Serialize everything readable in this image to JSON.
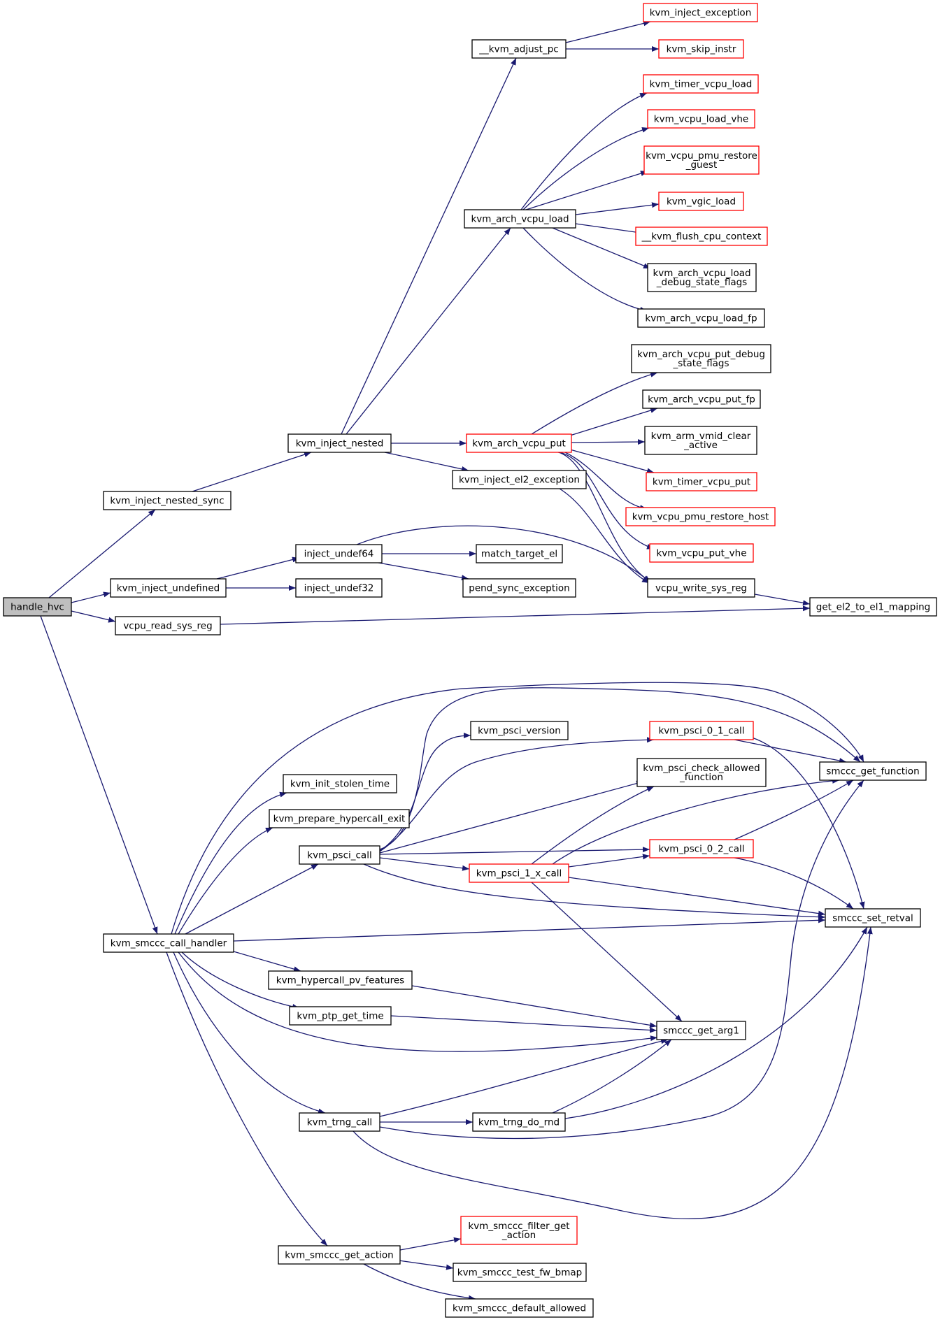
{
  "graph": {
    "root": "handle_hvc",
    "nodes": [
      {
        "id": "handle_hvc",
        "label": "handle_hvc",
        "style": "root"
      },
      {
        "id": "kvm_inject_nested_sync",
        "label": "kvm_inject_nested_sync",
        "style": "normal"
      },
      {
        "id": "kvm_inject_undefined",
        "label": "kvm_inject_undefined",
        "style": "normal"
      },
      {
        "id": "vcpu_read_sys_reg",
        "label": "vcpu_read_sys_reg",
        "style": "normal"
      },
      {
        "id": "kvm_smccc_call_handler",
        "label": "kvm_smccc_call_handler",
        "style": "normal"
      },
      {
        "id": "kvm_inject_nested",
        "label": "kvm_inject_nested",
        "style": "normal"
      },
      {
        "id": "inject_undef64",
        "label": "inject_undef64",
        "style": "normal"
      },
      {
        "id": "inject_undef32",
        "label": "inject_undef32",
        "style": "normal"
      },
      {
        "id": "__kvm_adjust_pc",
        "label": "__kvm_adjust_pc",
        "style": "normal"
      },
      {
        "id": "kvm_arch_vcpu_load",
        "label": "kvm_arch_vcpu_load",
        "style": "normal"
      },
      {
        "id": "kvm_arch_vcpu_put",
        "label": "kvm_arch_vcpu_put",
        "style": "red"
      },
      {
        "id": "kvm_inject_el2_exception",
        "label": "kvm_inject_el2_exception",
        "style": "normal"
      },
      {
        "id": "match_target_el",
        "label": "match_target_el",
        "style": "normal"
      },
      {
        "id": "pend_sync_exception",
        "label": "pend_sync_exception",
        "style": "normal"
      },
      {
        "id": "kvm_inject_exception",
        "label": "kvm_inject_exception",
        "style": "red"
      },
      {
        "id": "kvm_skip_instr",
        "label": "kvm_skip_instr",
        "style": "red"
      },
      {
        "id": "kvm_timer_vcpu_load",
        "label": "kvm_timer_vcpu_load",
        "style": "red"
      },
      {
        "id": "kvm_vcpu_load_vhe",
        "label": "kvm_vcpu_load_vhe",
        "style": "red"
      },
      {
        "id": "kvm_vcpu_pmu_restore_guest",
        "label": "kvm_vcpu_pmu_restore\n_guest",
        "style": "red"
      },
      {
        "id": "kvm_vgic_load",
        "label": "kvm_vgic_load",
        "style": "red"
      },
      {
        "id": "__kvm_flush_cpu_context",
        "label": "__kvm_flush_cpu_context",
        "style": "red"
      },
      {
        "id": "kvm_arch_vcpu_load_debug_state_flags",
        "label": "kvm_arch_vcpu_load\n_debug_state_flags",
        "style": "normal"
      },
      {
        "id": "kvm_arch_vcpu_load_fp",
        "label": "kvm_arch_vcpu_load_fp",
        "style": "normal"
      },
      {
        "id": "kvm_arch_vcpu_put_debug_state_flags",
        "label": "kvm_arch_vcpu_put_debug\n_state_flags",
        "style": "normal"
      },
      {
        "id": "kvm_arch_vcpu_put_fp",
        "label": "kvm_arch_vcpu_put_fp",
        "style": "normal"
      },
      {
        "id": "kvm_arm_vmid_clear_active",
        "label": "kvm_arm_vmid_clear\n_active",
        "style": "normal"
      },
      {
        "id": "kvm_timer_vcpu_put",
        "label": "kvm_timer_vcpu_put",
        "style": "red"
      },
      {
        "id": "kvm_vcpu_pmu_restore_host",
        "label": "kvm_vcpu_pmu_restore_host",
        "style": "red"
      },
      {
        "id": "kvm_vcpu_put_vhe",
        "label": "kvm_vcpu_put_vhe",
        "style": "red"
      },
      {
        "id": "vcpu_write_sys_reg",
        "label": "vcpu_write_sys_reg",
        "style": "normal"
      },
      {
        "id": "get_el2_to_el1_mapping",
        "label": "get_el2_to_el1_mapping",
        "style": "normal"
      },
      {
        "id": "kvm_init_stolen_time",
        "label": "kvm_init_stolen_time",
        "style": "normal"
      },
      {
        "id": "kvm_prepare_hypercall_exit",
        "label": "kvm_prepare_hypercall_exit",
        "style": "normal"
      },
      {
        "id": "kvm_psci_call",
        "label": "kvm_psci_call",
        "style": "normal"
      },
      {
        "id": "kvm_hypercall_pv_features",
        "label": "kvm_hypercall_pv_features",
        "style": "normal"
      },
      {
        "id": "kvm_ptp_get_time",
        "label": "kvm_ptp_get_time",
        "style": "normal"
      },
      {
        "id": "kvm_trng_call",
        "label": "kvm_trng_call",
        "style": "normal"
      },
      {
        "id": "kvm_smccc_get_action",
        "label": "kvm_smccc_get_action",
        "style": "normal"
      },
      {
        "id": "kvm_psci_version",
        "label": "kvm_psci_version",
        "style": "normal"
      },
      {
        "id": "kvm_psci_0_1_call",
        "label": "kvm_psci_0_1_call",
        "style": "red"
      },
      {
        "id": "kvm_psci_check_allowed_function",
        "label": "kvm_psci_check_allowed\n_function",
        "style": "normal"
      },
      {
        "id": "kvm_psci_0_2_call",
        "label": "kvm_psci_0_2_call",
        "style": "red"
      },
      {
        "id": "kvm_psci_1_x_call",
        "label": "kvm_psci_1_x_call",
        "style": "red"
      },
      {
        "id": "smccc_get_function",
        "label": "smccc_get_function",
        "style": "normal"
      },
      {
        "id": "smccc_set_retval",
        "label": "smccc_set_retval",
        "style": "normal"
      },
      {
        "id": "smccc_get_arg1",
        "label": "smccc_get_arg1",
        "style": "normal"
      },
      {
        "id": "kvm_trng_do_rnd",
        "label": "kvm_trng_do_rnd",
        "style": "normal"
      },
      {
        "id": "kvm_smccc_filter_get_action",
        "label": "kvm_smccc_filter_get\n_action",
        "style": "red"
      },
      {
        "id": "kvm_smccc_test_fw_bmap",
        "label": "kvm_smccc_test_fw_bmap",
        "style": "normal"
      },
      {
        "id": "kvm_smccc_default_allowed",
        "label": "kvm_smccc_default_allowed",
        "style": "normal"
      }
    ],
    "edges": [
      [
        "handle_hvc",
        "kvm_inject_nested_sync"
      ],
      [
        "handle_hvc",
        "kvm_inject_undefined"
      ],
      [
        "handle_hvc",
        "vcpu_read_sys_reg"
      ],
      [
        "handle_hvc",
        "kvm_smccc_call_handler"
      ],
      [
        "kvm_inject_nested_sync",
        "kvm_inject_nested"
      ],
      [
        "kvm_inject_nested",
        "__kvm_adjust_pc"
      ],
      [
        "kvm_inject_nested",
        "kvm_arch_vcpu_load"
      ],
      [
        "kvm_inject_nested",
        "kvm_arch_vcpu_put"
      ],
      [
        "kvm_inject_nested",
        "kvm_inject_el2_exception"
      ],
      [
        "__kvm_adjust_pc",
        "kvm_inject_exception"
      ],
      [
        "__kvm_adjust_pc",
        "kvm_skip_instr"
      ],
      [
        "kvm_arch_vcpu_load",
        "kvm_timer_vcpu_load"
      ],
      [
        "kvm_arch_vcpu_load",
        "kvm_vcpu_load_vhe"
      ],
      [
        "kvm_arch_vcpu_load",
        "kvm_vcpu_pmu_restore_guest"
      ],
      [
        "kvm_arch_vcpu_load",
        "kvm_vgic_load"
      ],
      [
        "kvm_arch_vcpu_load",
        "__kvm_flush_cpu_context"
      ],
      [
        "kvm_arch_vcpu_load",
        "kvm_arch_vcpu_load_debug_state_flags"
      ],
      [
        "kvm_arch_vcpu_load",
        "kvm_arch_vcpu_load_fp"
      ],
      [
        "kvm_arch_vcpu_put",
        "kvm_arch_vcpu_put_debug_state_flags"
      ],
      [
        "kvm_arch_vcpu_put",
        "kvm_arch_vcpu_put_fp"
      ],
      [
        "kvm_arch_vcpu_put",
        "kvm_arm_vmid_clear_active"
      ],
      [
        "kvm_arch_vcpu_put",
        "kvm_timer_vcpu_put"
      ],
      [
        "kvm_arch_vcpu_put",
        "kvm_vcpu_pmu_restore_host"
      ],
      [
        "kvm_arch_vcpu_put",
        "kvm_vcpu_put_vhe"
      ],
      [
        "kvm_arch_vcpu_put",
        "vcpu_write_sys_reg"
      ],
      [
        "kvm_inject_el2_exception",
        "vcpu_write_sys_reg"
      ],
      [
        "kvm_inject_undefined",
        "inject_undef64"
      ],
      [
        "kvm_inject_undefined",
        "inject_undef32"
      ],
      [
        "inject_undef64",
        "match_target_el"
      ],
      [
        "inject_undef64",
        "pend_sync_exception"
      ],
      [
        "inject_undef64",
        "vcpu_write_sys_reg"
      ],
      [
        "vcpu_write_sys_reg",
        "get_el2_to_el1_mapping"
      ],
      [
        "vcpu_read_sys_reg",
        "get_el2_to_el1_mapping"
      ],
      [
        "kvm_smccc_call_handler",
        "smccc_get_function"
      ],
      [
        "kvm_smccc_call_handler",
        "kvm_init_stolen_time"
      ],
      [
        "kvm_smccc_call_handler",
        "kvm_prepare_hypercall_exit"
      ],
      [
        "kvm_smccc_call_handler",
        "kvm_psci_call"
      ],
      [
        "kvm_smccc_call_handler",
        "smccc_set_retval"
      ],
      [
        "kvm_smccc_call_handler",
        "kvm_hypercall_pv_features"
      ],
      [
        "kvm_smccc_call_handler",
        "kvm_ptp_get_time"
      ],
      [
        "kvm_smccc_call_handler",
        "smccc_get_arg1"
      ],
      [
        "kvm_smccc_call_handler",
        "kvm_trng_call"
      ],
      [
        "kvm_smccc_call_handler",
        "kvm_smccc_get_action"
      ],
      [
        "kvm_psci_call",
        "smccc_get_function"
      ],
      [
        "kvm_psci_call",
        "kvm_psci_version"
      ],
      [
        "kvm_psci_call",
        "kvm_psci_0_1_call"
      ],
      [
        "kvm_psci_call",
        "kvm_psci_check_allowed_function"
      ],
      [
        "kvm_psci_call",
        "kvm_psci_0_2_call"
      ],
      [
        "kvm_psci_call",
        "kvm_psci_1_x_call"
      ],
      [
        "kvm_psci_call",
        "smccc_set_retval"
      ],
      [
        "kvm_psci_0_1_call",
        "smccc_get_function"
      ],
      [
        "kvm_psci_0_1_call",
        "smccc_set_retval"
      ],
      [
        "kvm_psci_1_x_call",
        "kvm_psci_check_allowed_function"
      ],
      [
        "kvm_psci_1_x_call",
        "smccc_get_function"
      ],
      [
        "kvm_psci_1_x_call",
        "kvm_psci_0_2_call"
      ],
      [
        "kvm_psci_1_x_call",
        "smccc_set_retval"
      ],
      [
        "kvm_psci_1_x_call",
        "smccc_get_arg1"
      ],
      [
        "kvm_psci_0_2_call",
        "smccc_get_function"
      ],
      [
        "kvm_psci_0_2_call",
        "smccc_set_retval"
      ],
      [
        "kvm_hypercall_pv_features",
        "smccc_get_arg1"
      ],
      [
        "kvm_ptp_get_time",
        "smccc_get_arg1"
      ],
      [
        "kvm_trng_call",
        "smccc_get_arg1"
      ],
      [
        "kvm_trng_call",
        "kvm_trng_do_rnd"
      ],
      [
        "kvm_trng_call",
        "smccc_get_function"
      ],
      [
        "kvm_trng_call",
        "smccc_set_retval"
      ],
      [
        "kvm_trng_do_rnd",
        "smccc_get_arg1"
      ],
      [
        "kvm_trng_do_rnd",
        "smccc_set_retval"
      ],
      [
        "kvm_smccc_get_action",
        "kvm_smccc_filter_get_action"
      ],
      [
        "kvm_smccc_get_action",
        "kvm_smccc_test_fw_bmap"
      ],
      [
        "kvm_smccc_get_action",
        "kvm_smccc_default_allowed"
      ]
    ],
    "colors": {
      "edge": "#191970",
      "border": "#000000",
      "red_border": "#ff0000",
      "root_fill": "#bfbfbf",
      "node_fill": "#ffffff",
      "text": "#000000"
    }
  }
}
